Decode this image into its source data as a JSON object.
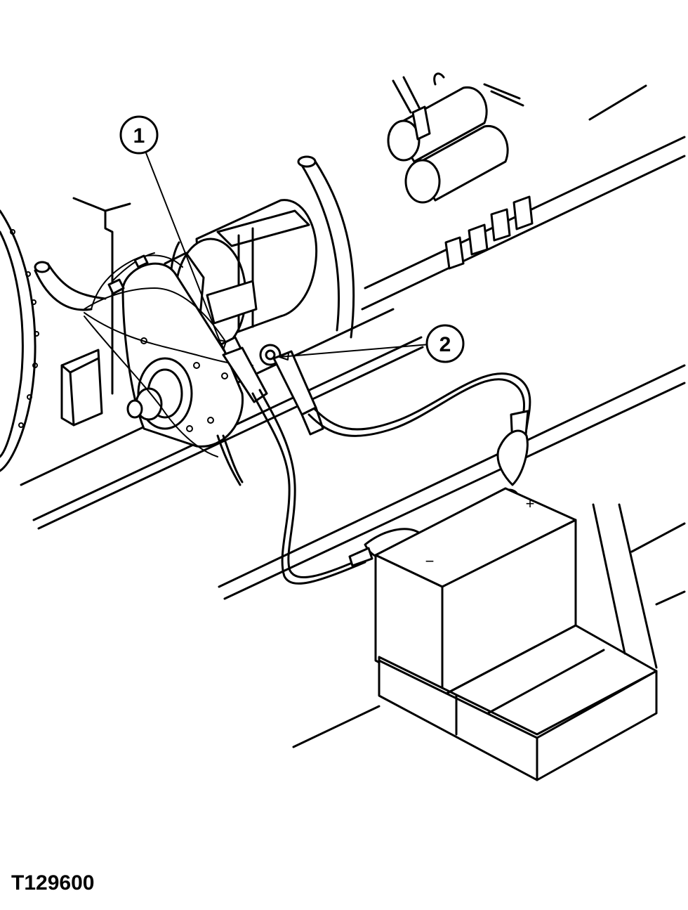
{
  "figure": {
    "id": "T129600"
  },
  "callouts": [
    {
      "number": "1"
    },
    {
      "number": "2"
    }
  ],
  "battery": {
    "positive_sign": "+",
    "negative_sign": "−"
  },
  "colors": {
    "ink": "#000000",
    "paper": "#ffffff"
  }
}
